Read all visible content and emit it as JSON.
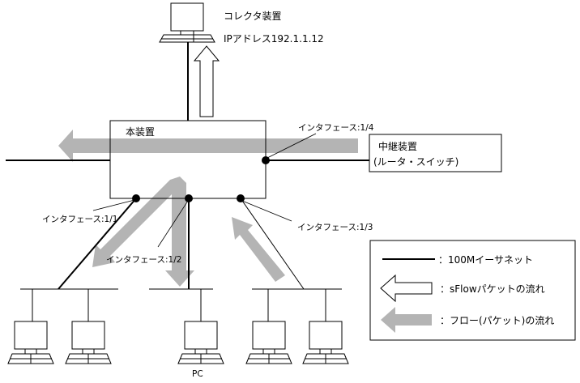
{
  "collector": {
    "name": "コレクタ装置",
    "ip_label": "IPアドレス192.1.1.12"
  },
  "main_device": {
    "name": "本装置"
  },
  "relay_device": {
    "line1": "中継装置",
    "line2": "(ルータ・スイッチ)"
  },
  "interfaces": {
    "if_1_1": "インタフェース:1/1",
    "if_1_2": "インタフェース:1/2",
    "if_1_3": "インタフェース:1/3",
    "if_1_4": "インタフェース:1/4"
  },
  "pc_label": "PC",
  "legend": {
    "ethernet": "：100Mイーサネット",
    "sflow": "：sFlowパケットの流れ",
    "flow": "：フロー(パケット)の流れ"
  },
  "colors": {
    "flow_arrow": "#b4b4b4",
    "line": "#000000",
    "background": "#ffffff"
  }
}
